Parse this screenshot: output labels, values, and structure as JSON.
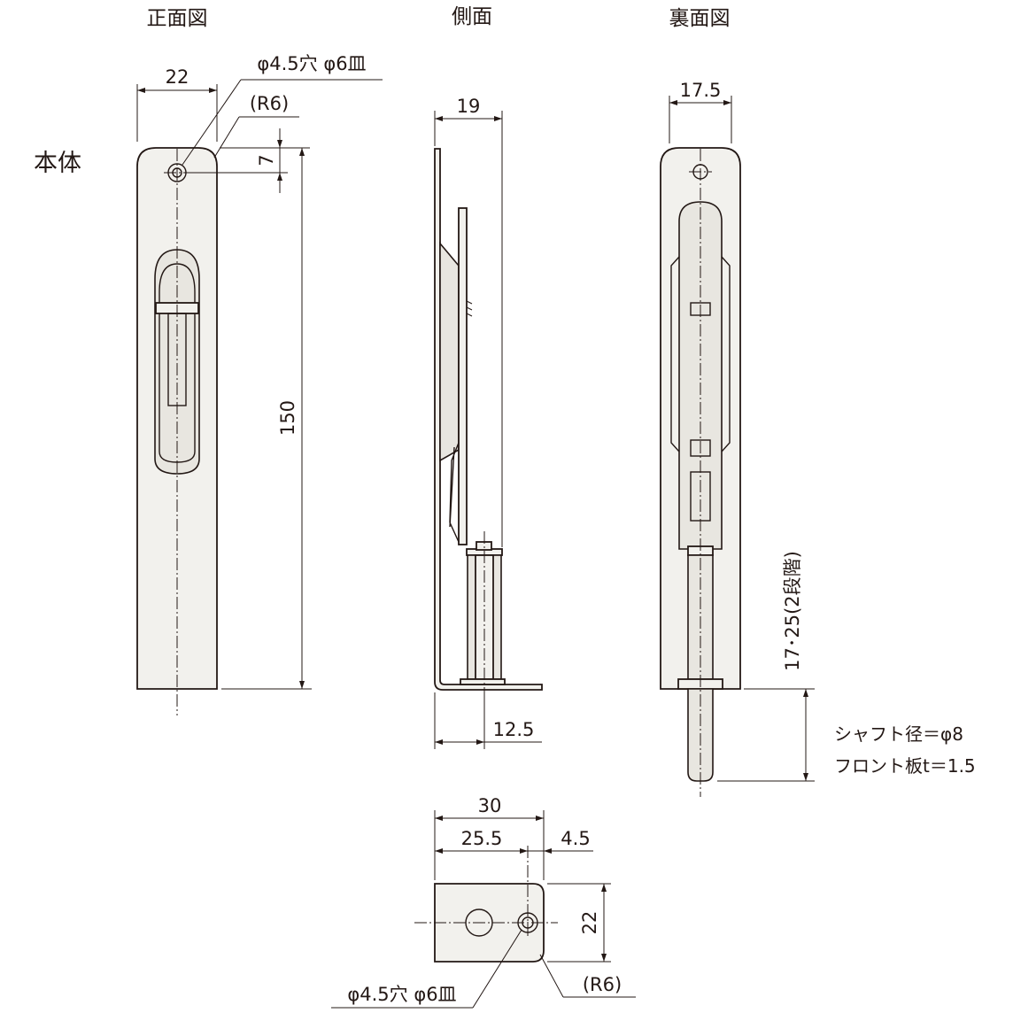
{
  "view_titles": {
    "front": "正面図",
    "side": "側面",
    "back": "裏面図"
  },
  "main_label": "本体",
  "front": {
    "width": "22",
    "hole": "φ4.5穴 φ6皿",
    "radius": "(R6)",
    "hole_offset": "7",
    "length": "150"
  },
  "side": {
    "depth": "19",
    "bottom": "12.5"
  },
  "back": {
    "width": "17.5",
    "stroke": "17･25(2段階)",
    "shaft_note": "シャフト径＝φ8",
    "plate_note": "フロント板t＝1.5"
  },
  "strike": {
    "overall": "30",
    "hole_pos": "25.5",
    "edge": "4.5",
    "height": "22",
    "hole": "φ4.5穴 φ6皿",
    "radius": "(R6)"
  }
}
